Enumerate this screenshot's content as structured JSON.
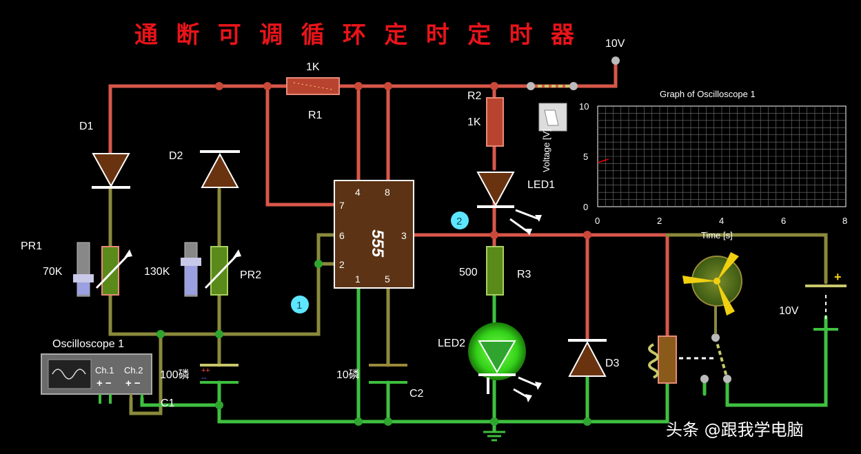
{
  "title": "通断可调循环定时定时器",
  "supply_top": "10V",
  "r1": {
    "name": "R1",
    "value": "1K"
  },
  "r2": {
    "name": "R2",
    "value": "1K"
  },
  "r3": {
    "name": "R3",
    "value": "500"
  },
  "d1": "D1",
  "d2": "D2",
  "d3": "D3",
  "pr1": {
    "name": "PR1",
    "value": "70K"
  },
  "pr2": {
    "name": "PR2",
    "value": "130K"
  },
  "c1": {
    "name": "C1",
    "value": "100磷"
  },
  "c2": {
    "name": "C2",
    "value": "10磷"
  },
  "led1": "LED1",
  "led2": "LED2",
  "ic": {
    "label": "555",
    "pins": {
      "p1": "1",
      "p2": "2",
      "p3": "3",
      "p4": "4",
      "p5": "5",
      "p6": "6",
      "p7": "7",
      "p8": "8"
    }
  },
  "battery": {
    "value": "10V",
    "plus": "+"
  },
  "oscilloscope": {
    "name": "Oscilloscope 1",
    "ch1": "Ch.1",
    "ch2": "Ch.2",
    "polarity": "+ −"
  },
  "graph": {
    "title": "Graph of Oscilloscope 1",
    "ylabel": "Voltage [V]",
    "xlabel": "Time [s]",
    "y_ticks": [
      "10",
      "5",
      "0"
    ],
    "x_ticks": [
      "0",
      "2",
      "4",
      "6",
      "8"
    ]
  },
  "markers": {
    "m1": "1",
    "m2": "2"
  },
  "watermark": "头条 @跟我学电脑",
  "colors": {
    "wire_red": "#d8574a",
    "wire_green": "#3fbf3f",
    "wire_olive": "#8a8a3c",
    "chip": "#5c3314",
    "title": "#e8141a",
    "marker": "#5de6ff"
  }
}
